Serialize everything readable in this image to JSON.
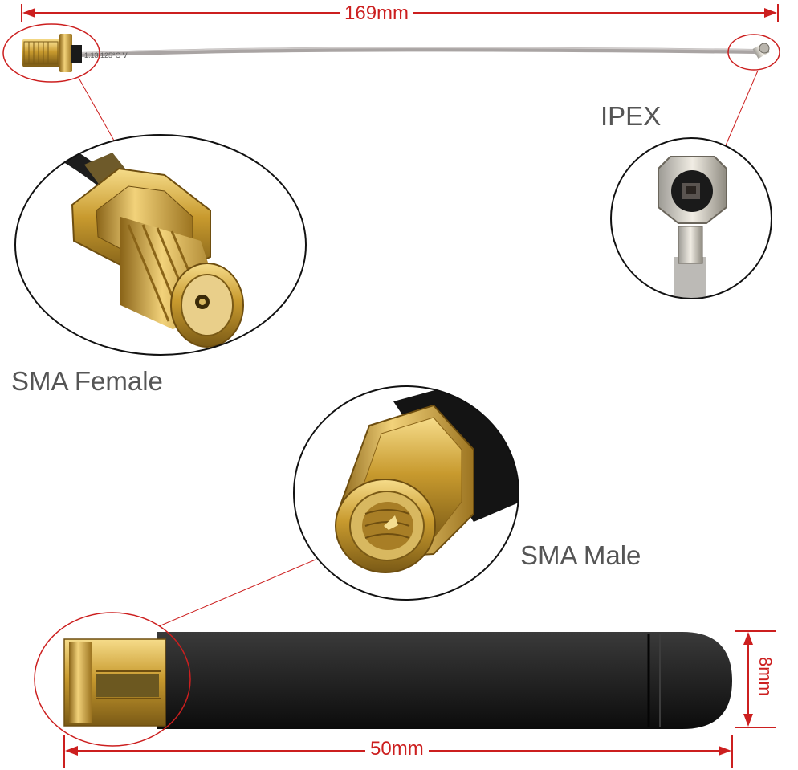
{
  "dimensions": {
    "cable_length": "169mm",
    "antenna_length": "50mm",
    "antenna_diameter": "8mm"
  },
  "labels": {
    "ipex": "IPEX",
    "sma_female": "SMA Female",
    "sma_male": "SMA Male"
  },
  "cable_print": "1.13 125°C V",
  "colors": {
    "dimension_red": "#cc1f1f",
    "label_gray": "#555555",
    "gold": "#d4a93c",
    "cable_gray": "#a9a4a3",
    "antenna_black": "#1c1c1c"
  }
}
